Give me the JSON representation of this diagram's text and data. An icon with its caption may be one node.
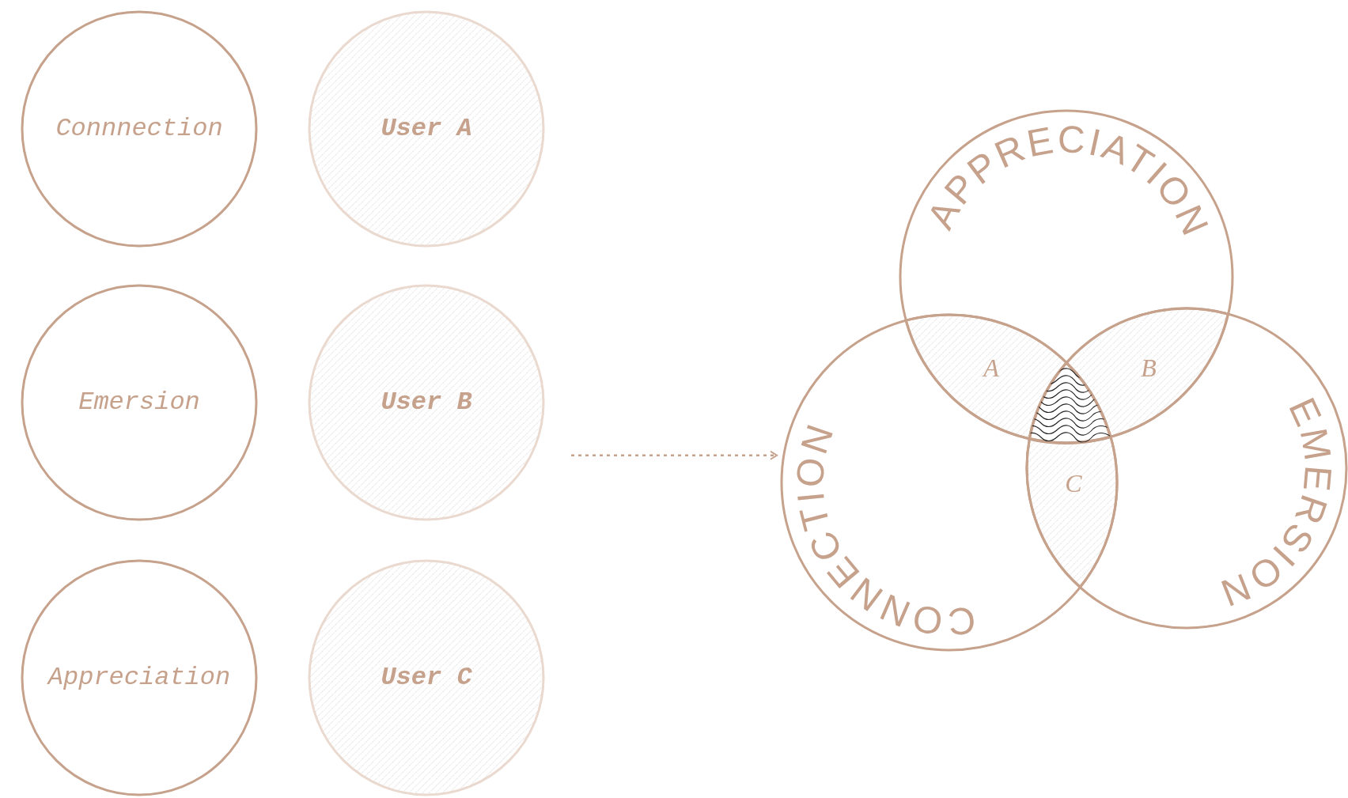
{
  "diagram": {
    "nodes": [
      {
        "text": [
          "Connnection"
        ]
      },
      {
        "text": [
          "User A"
        ]
      },
      {
        "text": [
          "Emersion"
        ]
      },
      {
        "text": [
          "User B"
        ]
      },
      {
        "text": [
          "Appreciation"
        ]
      },
      {
        "text": [
          "User C"
        ]
      },
      {
        "text": [
          "APPRECIATION"
        ]
      },
      {
        "text": [
          "CONNECTION"
        ]
      },
      {
        "text": [
          "EMERSION"
        ]
      },
      {
        "text": [
          "A"
        ]
      },
      {
        "text": [
          "B"
        ]
      },
      {
        "text": [
          "C"
        ]
      }
    ],
    "edges": [
      {
        "from": null,
        "to": 7,
        "arrow": "to",
        "style": "dashed"
      }
    ]
  }
}
